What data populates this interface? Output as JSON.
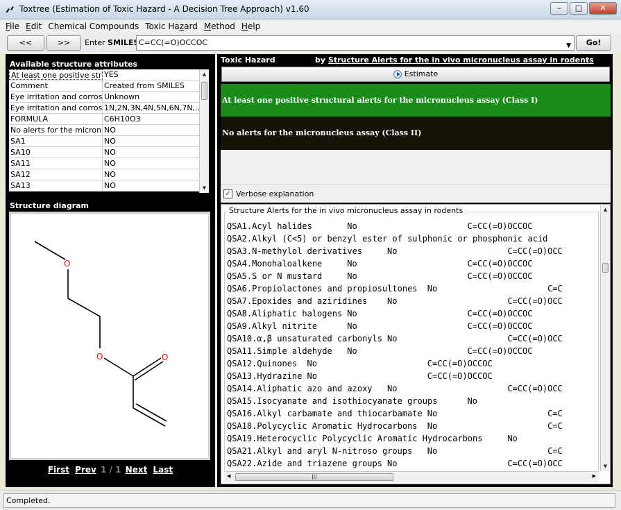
{
  "window": {
    "title": "Toxtree (Estimation of Toxic Hazard - A Decision Tree Approach) v1.60",
    "minimize": "–",
    "maximize": "□",
    "close": "✕"
  },
  "menu": [
    {
      "key": "F",
      "rest": "ile"
    },
    {
      "key": "E",
      "rest": "dit"
    },
    {
      "key": "",
      "rest": "Chemical Compounds"
    },
    {
      "key": "",
      "rest": "Toxic Ha",
      "key2": "z",
      "rest2": "ard"
    },
    {
      "key": "M",
      "rest": "ethod"
    },
    {
      "key": "H",
      "rest": "elp"
    }
  ],
  "toolbar": {
    "prev_label": "<<",
    "next_label": ">>",
    "enter_label": "Enter",
    "smiles_label": "SMILES:",
    "smiles_value": "C=CC(=O)OCCOC",
    "go_label": "Go!"
  },
  "attributes": {
    "title": "Available structure attributes",
    "rows": [
      [
        "At least one positive stru...",
        "YES"
      ],
      [
        "Comment",
        "Created from SMILES"
      ],
      [
        "Eye irritation and corrosion",
        "Unknown"
      ],
      [
        "Eye irritation and corrosi...",
        "1N,2N,3N,4N,5N,6N,7N,..."
      ],
      [
        "FORMULA",
        "C6H10O3"
      ],
      [
        "No alerts for the  micron...",
        "NO"
      ],
      [
        "SA1",
        "NO"
      ],
      [
        "SA10",
        "NO"
      ],
      [
        "SA11",
        "NO"
      ],
      [
        "SA12",
        "NO"
      ],
      [
        "SA13",
        "NO"
      ]
    ]
  },
  "structure": {
    "title": "Structure diagram",
    "atom_labels": [
      "O",
      "O",
      "O"
    ]
  },
  "pager": {
    "first": "First",
    "prev": "Prev",
    "current": "1 / 1",
    "next": "Next",
    "last": "Last"
  },
  "hazard": {
    "title": "Toxic Hazard",
    "by_prefix": "by",
    "method": "Structure Alerts for the in vivo micronucleus assay in rodents",
    "estimate_label": "Estimate",
    "class1": "At least one positive structural alerts for the micronucleus assay (Class I)",
    "class2": "No alerts for the micronucleus assay (Class II)",
    "class1_color": "#1a8a1a",
    "verbose_label": "Verbose explanation",
    "verbose_checked": "✓",
    "explanation_title": "Structure Alerts for the in vivo micronucleus assay in rodents"
  },
  "explanation": [
    {
      "t": "QSA1.Acyl halides",
      "a": "No",
      "ac": 24,
      "s": "C=CC(=O)OCCOC",
      "sc": 48
    },
    {
      "t": "QSA2.Alkyl (C<5) or benzyl ester of sulphonic or phosphonic acid",
      "a": "",
      "ac": 0,
      "s": "",
      "sc": 0
    },
    {
      "t": "QSA3.N-methylol derivatives",
      "a": "No",
      "ac": 32,
      "s": "C=CC(=O)OCC",
      "sc": 56
    },
    {
      "t": "QSA4.Monohaloalkene",
      "a": "No",
      "ac": 24,
      "s": "C=CC(=O)OCCOC",
      "sc": 48
    },
    {
      "t": "QSA5.S or N mustard",
      "a": "No",
      "ac": 24,
      "s": "C=CC(=O)OCCOC",
      "sc": 48
    },
    {
      "t": "QSA6.Propiolactones and propiosultones",
      "a": "No",
      "ac": 40,
      "s": "C=C",
      "sc": 64
    },
    {
      "t": "QSA7.Epoxides and aziridines",
      "a": "No",
      "ac": 32,
      "s": "C=CC(=O)OCC",
      "sc": 56
    },
    {
      "t": "QSA8.Aliphatic halogens",
      "a": "No",
      "ac": 24,
      "s": "C=CC(=O)OCCOC",
      "sc": 48
    },
    {
      "t": "QSA9.Alkyl nitrite",
      "a": "No",
      "ac": 24,
      "s": "C=CC(=O)OCCOC",
      "sc": 48
    },
    {
      "t": "QSA10.α,β unsaturated carbonyls",
      "a": "No",
      "ac": 32,
      "s": "C=CC(=O)OCC",
      "sc": 56
    },
    {
      "t": "QSA11.Simple aldehyde",
      "a": "No",
      "ac": 24,
      "s": "C=CC(=O)OCCOC",
      "sc": 48
    },
    {
      "t": "QSA12.Quinones",
      "a": "No",
      "ac": 16,
      "s": "C=CC(=O)OCCOC",
      "sc": 40
    },
    {
      "t": "QSA13.Hydrazine",
      "a": "No",
      "ac": 16,
      "s": "C=CC(=O)OCCOC",
      "sc": 40
    },
    {
      "t": "QSA14.Aliphatic azo and azoxy",
      "a": "No",
      "ac": 32,
      "s": "C=CC(=O)OCC",
      "sc": 56
    },
    {
      "t": "QSA15.Isocyanate and isothiocyanate groups",
      "a": "No",
      "ac": 48,
      "s": "",
      "sc": 0
    },
    {
      "t": "QSA16.Alkyl carbamate and thiocarbamate",
      "a": "No",
      "ac": 40,
      "s": "C=C",
      "sc": 64
    },
    {
      "t": "QSA18.Polycyclic Aromatic Hydrocarbons",
      "a": "No",
      "ac": 40,
      "s": "C=C",
      "sc": 64
    },
    {
      "t": "QSA19.Heterocyclic Polycyclic Aromatic Hydrocarbons",
      "a": "No",
      "ac": 56,
      "s": "",
      "sc": 0
    },
    {
      "t": "QSA21.Alkyl and aryl N-nitroso groups",
      "a": "No",
      "ac": 40,
      "s": "C=C",
      "sc": 64
    },
    {
      "t": "QSA22.Azide and triazene groups",
      "a": "No",
      "ac": 32,
      "s": "C=CC(=O)OCC",
      "sc": 56
    }
  ],
  "status": "Completed."
}
